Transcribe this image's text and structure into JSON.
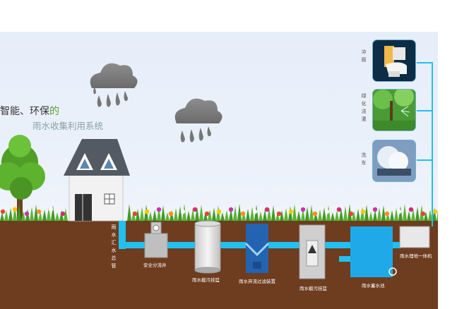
{
  "title": {
    "line1_prefix": "智能、环保",
    "line1_suffix": "的",
    "line2": "雨水收集利用系统"
  },
  "uses": [
    {
      "label": "冲厕",
      "icon": "toilet-icon"
    },
    {
      "label": "绿化浇灌",
      "icon": "garden-irrigation-icon"
    },
    {
      "label": "洗车",
      "icon": "car-wash-icon"
    }
  ],
  "components": {
    "main_pipe": "雨水汇水总管",
    "safety_well": "安全分流井",
    "filter_basket": "雨水截污挂篮",
    "diverter": "雨水弃流过滤装置",
    "sediment": "雨水截污挂篮",
    "tank": "雨水蓄水池",
    "machine": "雨水埋地一体机"
  },
  "colors": {
    "sky": "#e6eef9",
    "soil": "#6e3c1e",
    "pipe": "#22c0f0",
    "tank": "#1fa9e8",
    "grass": "#58b531",
    "accent": "#5a9e2f"
  }
}
